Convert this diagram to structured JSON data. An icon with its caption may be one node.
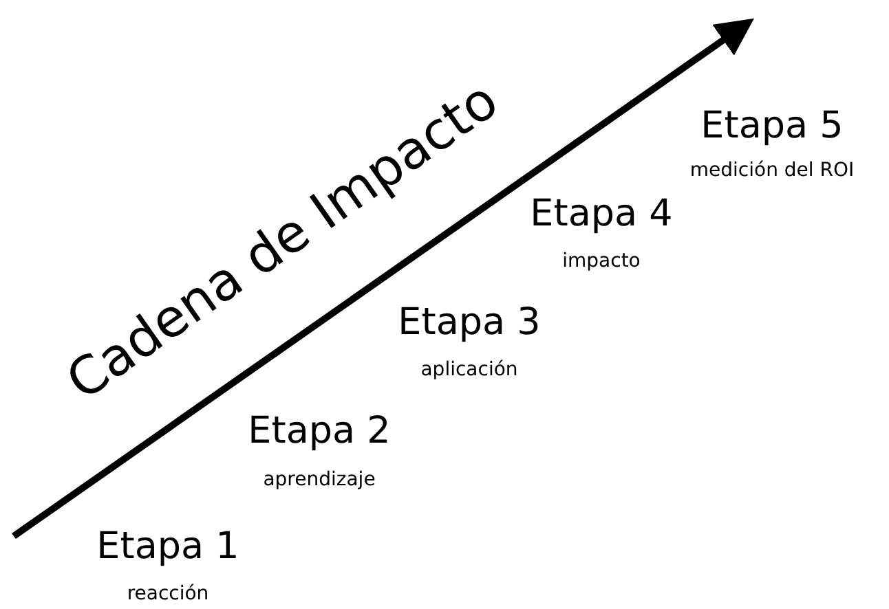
{
  "diagram": {
    "title": "Cadena de Impacto",
    "labels": [
      "Etapa 5",
      "medición del ROI",
      "Etapa 4",
      "impacto",
      "Etapa 3",
      "aplicación",
      "Etapa 2",
      "aprendizaje",
      "Etapa 1",
      "reacción"
    ]
  }
}
